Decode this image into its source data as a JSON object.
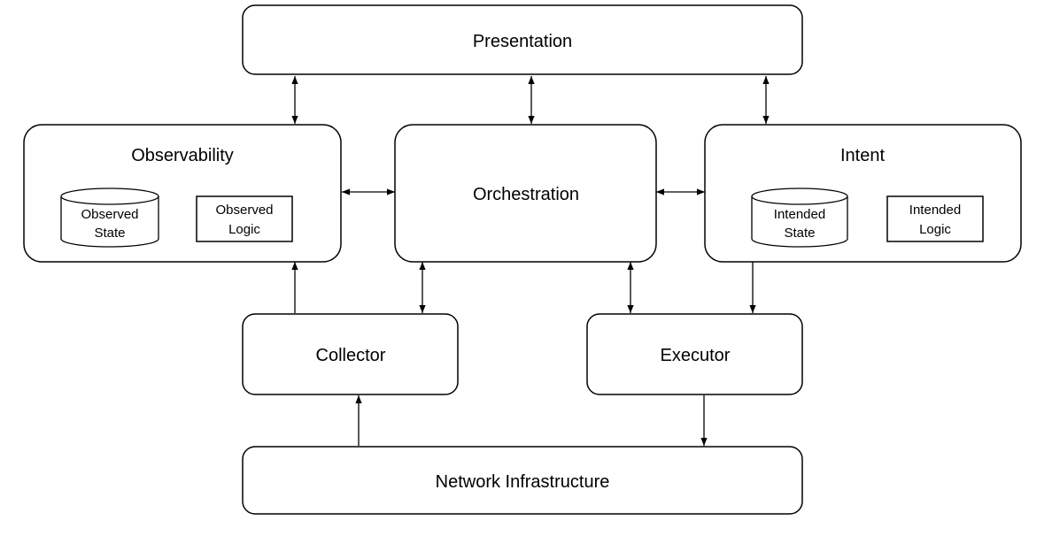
{
  "boxes": {
    "presentation": "Presentation",
    "observability": "Observability",
    "orchestration": "Orchestration",
    "intent": "Intent",
    "collector": "Collector",
    "executor": "Executor",
    "network": "Network Infrastructure"
  },
  "observability_parts": {
    "state_line1": "Observed",
    "state_line2": "State",
    "logic_line1": "Observed",
    "logic_line2": "Logic"
  },
  "intent_parts": {
    "state_line1": "Intended",
    "state_line2": "State",
    "logic_line1": "Intended",
    "logic_line2": "Logic"
  }
}
